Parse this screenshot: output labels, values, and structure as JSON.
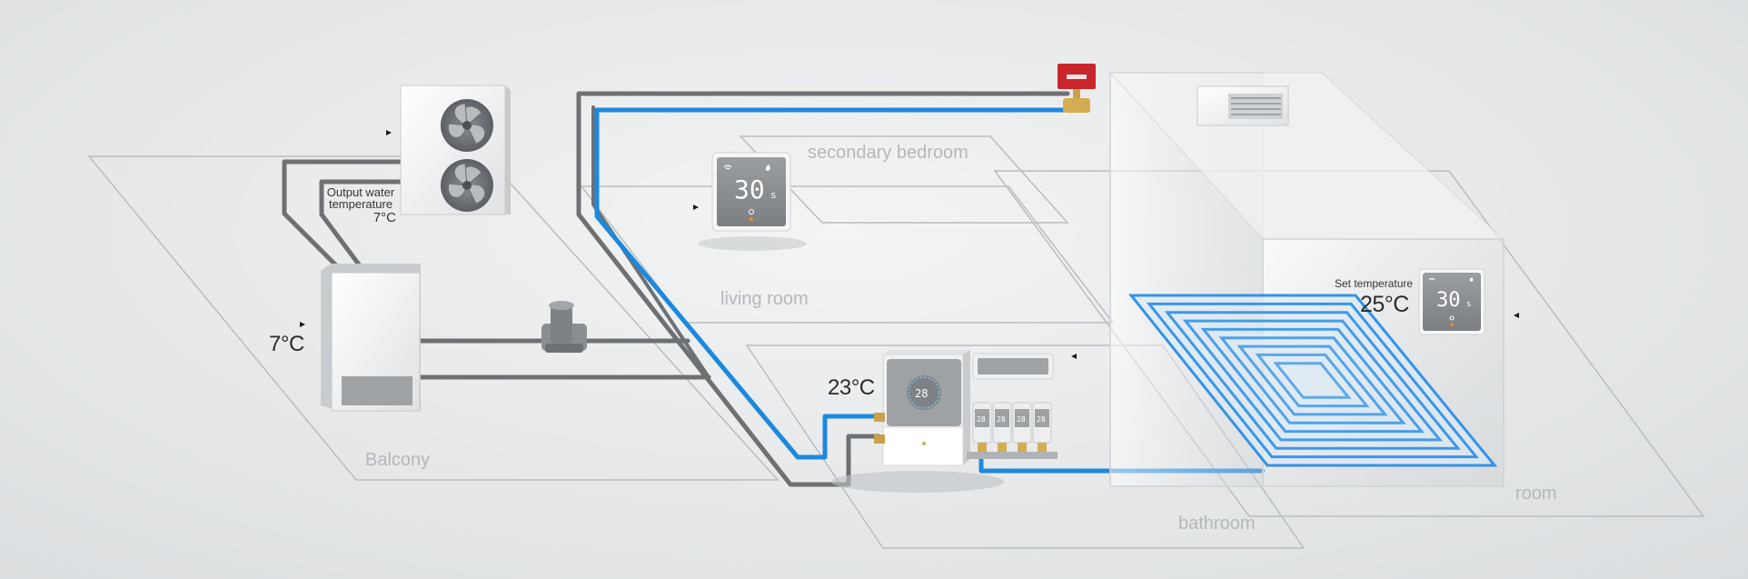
{
  "zones": {
    "balcony": "Balcony",
    "living_room": "living room",
    "secondary_bedroom": "secondary bedroom",
    "bathroom": "bathroom",
    "room": "room"
  },
  "heat_pump": {
    "output_label_line1": "Output water",
    "output_label_line2": "temperature",
    "output_temp": "7°C"
  },
  "boiler": {
    "temp": "7°C"
  },
  "manifold": {
    "temp": "23°C",
    "display": "28",
    "actuator_display": "28"
  },
  "room_thermostat": {
    "set_label": "Set temperature",
    "set_temp": "25°C",
    "display": "30",
    "unit": "s"
  },
  "bedroom_thermostat": {
    "display": "30",
    "unit": "s"
  },
  "colors": {
    "supply_pipe": "#1e88dd",
    "return_pipe": "#6d7173",
    "valve_red": "#c8262b",
    "floor_heating": "#2a8ee6"
  },
  "icons": {
    "wifi": "wifi-icon",
    "flame": "flame-icon",
    "play": "play-marker-icon"
  }
}
